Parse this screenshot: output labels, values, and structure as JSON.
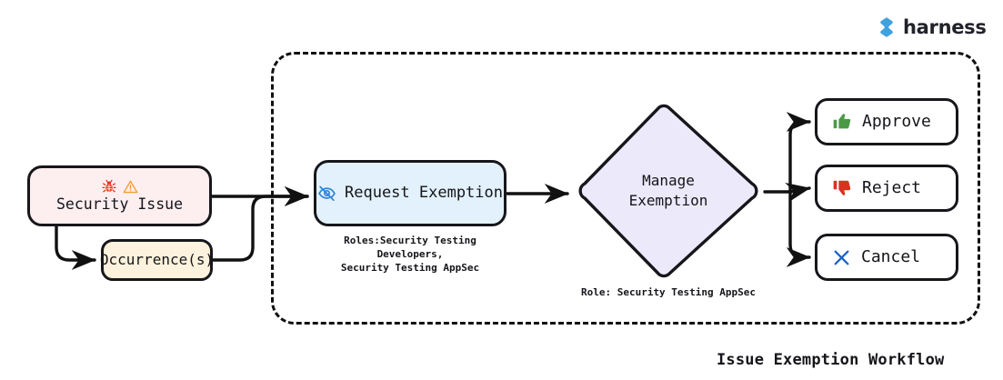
{
  "brand": {
    "name": "harness",
    "logo_icon": "harness-diamond-logo-icon",
    "accent_color": "#3fa2e0"
  },
  "figure": {
    "title": "Issue Exemption Workflow",
    "type": "flowchart",
    "background": "#ffffff"
  },
  "group": {
    "name": "exemption-workflow-boundary",
    "style": "dashed",
    "border_color": "#111111"
  },
  "nodes": [
    {
      "id": "security-issue",
      "label": "Security Issue",
      "shape": "rounded-rect",
      "fill": "#fdeef0",
      "border": "#17171b",
      "icons": [
        "bug-icon",
        "warning-triangle-icon"
      ],
      "inside_group": false
    },
    {
      "id": "occurrences",
      "label": "Occurrence(s)",
      "shape": "rounded-rect",
      "fill": "#fdf2dd",
      "border": "#17171b",
      "icons": [],
      "inside_group": false
    },
    {
      "id": "request-exemption",
      "label": "Request Exemption",
      "shape": "rounded-rect",
      "fill": "#e2f1fb",
      "border": "#17171b",
      "icons": [
        "eye-off-icon"
      ],
      "caption": "Roles:Security Testing Developers,\nSecurity Testing AppSec",
      "inside_group": true
    },
    {
      "id": "manage-exemption",
      "label": "Manage\nExemption",
      "label_line1": "Manage",
      "label_line2": "Exemption",
      "shape": "diamond",
      "fill": "#ece9fb",
      "border": "#17171b",
      "caption": "Role: Security Testing AppSec",
      "inside_group": true
    },
    {
      "id": "approve",
      "label": "Approve",
      "shape": "rounded-rect",
      "fill": "#ffffff",
      "border": "#17171b",
      "icons": [
        "thumbs-up-icon"
      ],
      "icon_color": "#4a9a45",
      "inside_group": true
    },
    {
      "id": "reject",
      "label": "Reject",
      "shape": "rounded-rect",
      "fill": "#ffffff",
      "border": "#17171b",
      "icons": [
        "thumbs-down-icon"
      ],
      "icon_color": "#d8331f",
      "inside_group": true
    },
    {
      "id": "cancel",
      "label": "Cancel",
      "shape": "rounded-rect",
      "fill": "#ffffff",
      "border": "#17171b",
      "icons": [
        "x-mark-icon"
      ],
      "icon_color": "#1b63c9",
      "inside_group": true
    }
  ],
  "edges": [
    {
      "from": "security-issue",
      "to": "request-exemption",
      "arrow": true
    },
    {
      "from": "security-issue",
      "to": "occurrences",
      "arrow": true
    },
    {
      "from": "occurrences",
      "to": "request-exemption",
      "arrow": true
    },
    {
      "from": "request-exemption",
      "to": "manage-exemption",
      "arrow": true
    },
    {
      "from": "manage-exemption",
      "to": "approve",
      "arrow": true
    },
    {
      "from": "manage-exemption",
      "to": "reject",
      "arrow": true
    },
    {
      "from": "manage-exemption",
      "to": "cancel",
      "arrow": true
    }
  ]
}
